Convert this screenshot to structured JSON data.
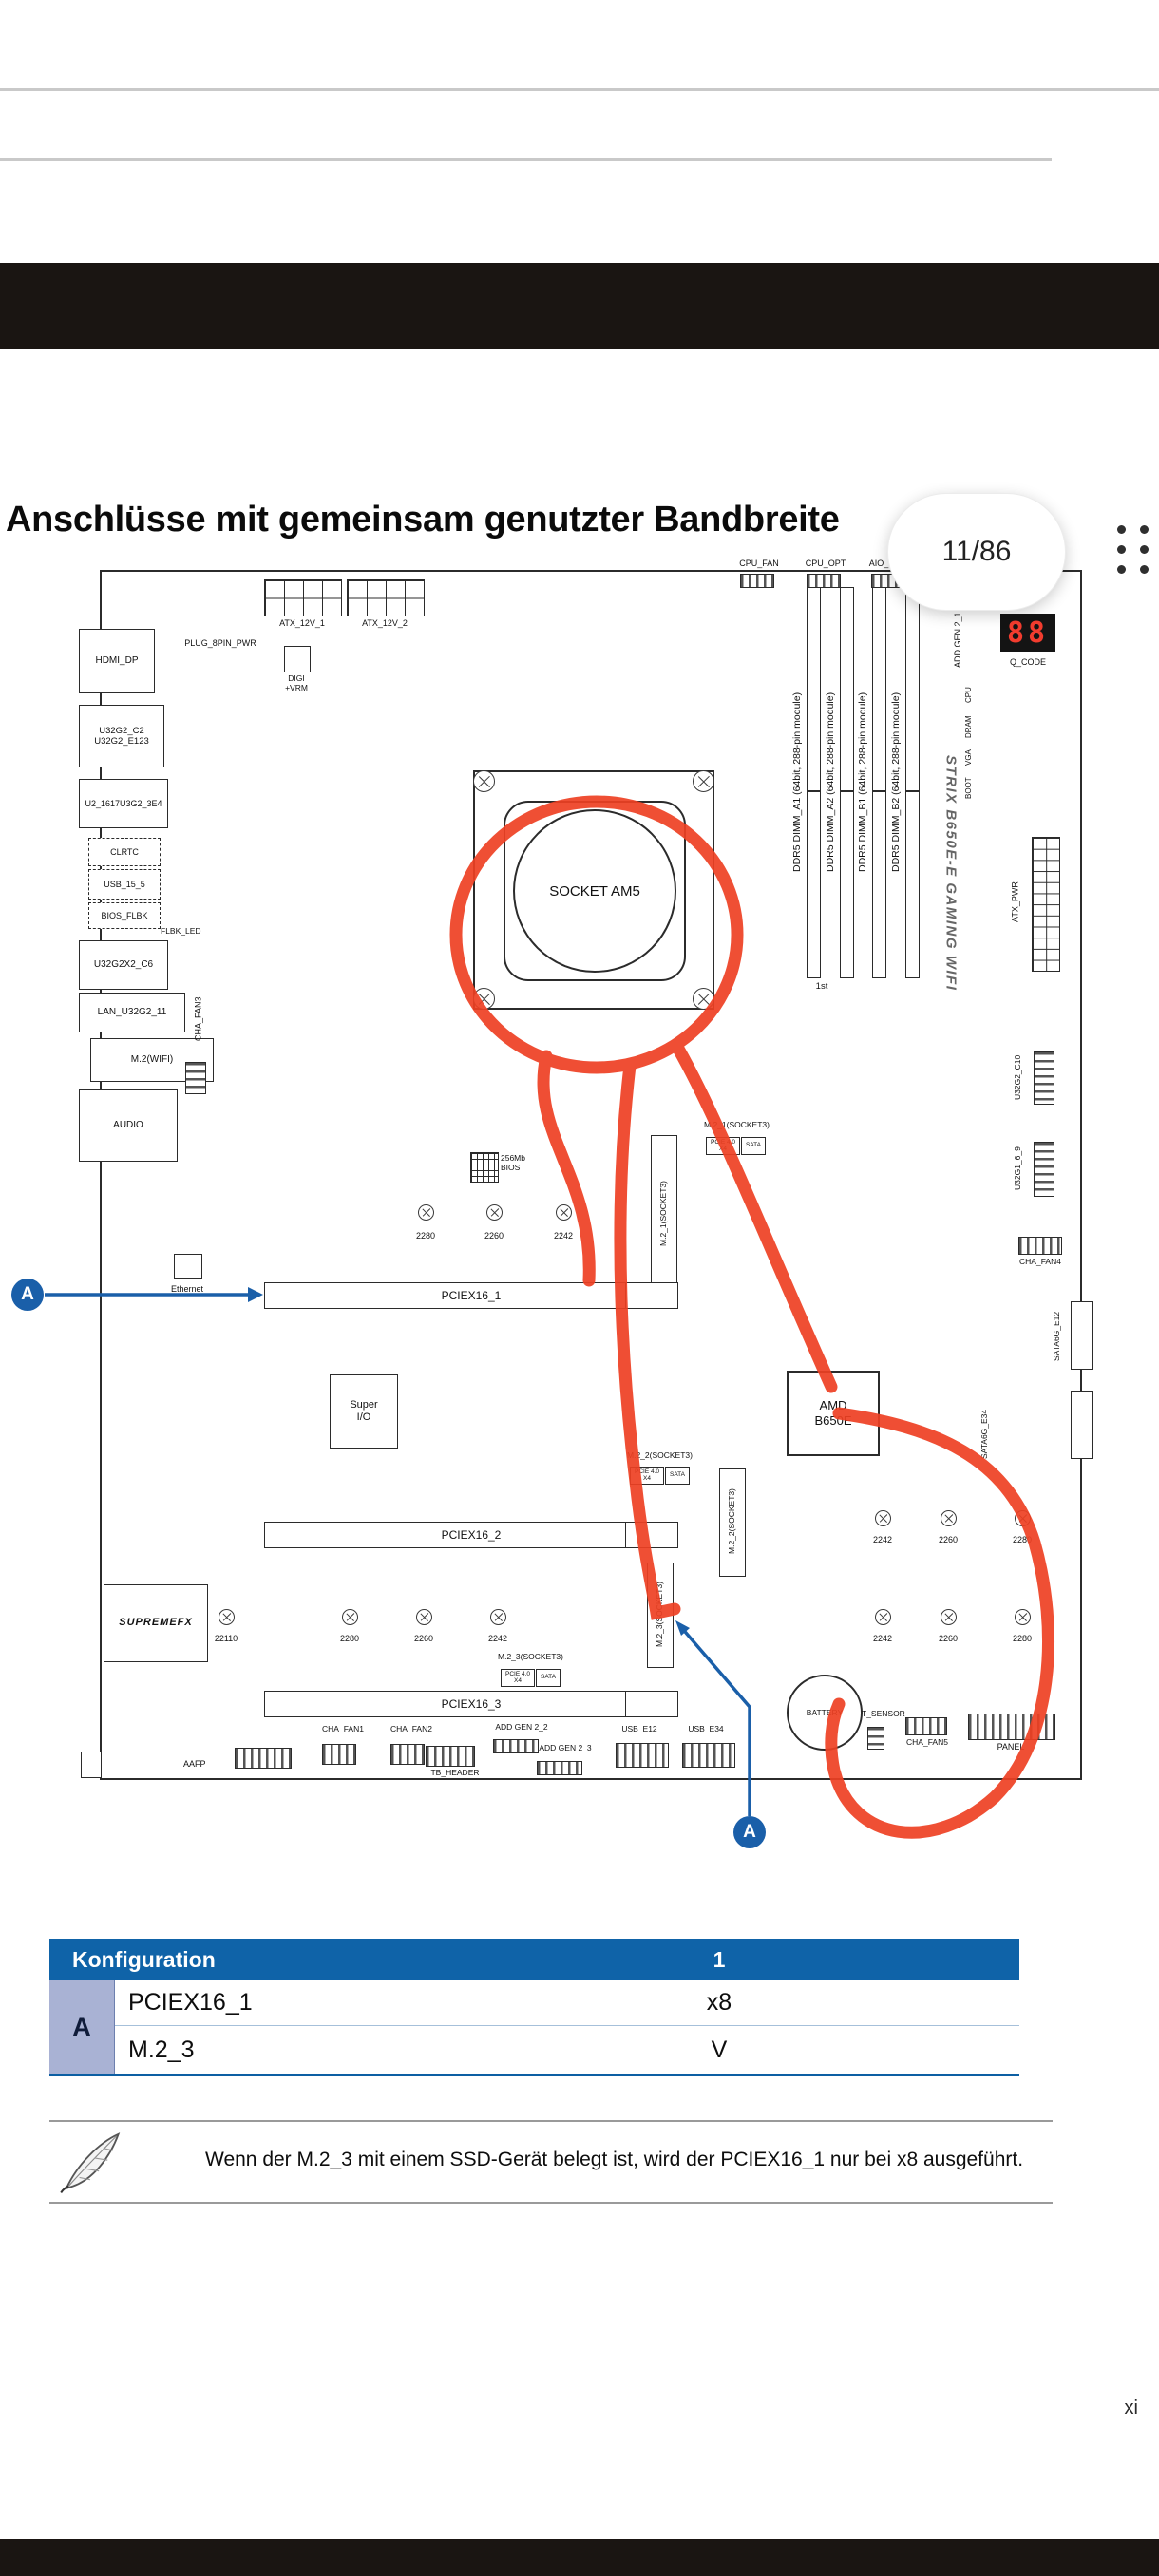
{
  "viewer": {
    "page_indicator": "11/86",
    "footer_page": "xi"
  },
  "heading": "Anschlüsse mit gemeinsam genutzter Bandbreite",
  "diagram": {
    "socket": "SOCKET AM5",
    "atx12v_1": "ATX_12V_1",
    "atx12v_2": "ATX_12V_2",
    "plug_8pin_pwr": "PLUG_8PIN_PWR",
    "digi_vrm": "DIGI\n+VRM",
    "cpu_fan": "CPU_FAN",
    "cpu_opt": "CPU_OPT",
    "aio_pump": "AIO_PUMP",
    "add_gen_2_1": "ADD GEN 2_1",
    "q_code": "Q_CODE",
    "q_code_digits": "88",
    "led_cpu": "CPU",
    "led_dram": "DRAM",
    "led_vga": "VGA",
    "led_boot": "BOOT",
    "hdmi_dp": "HDMI_DP",
    "usb_c2": "U32G2_C2\nU32G2_E123",
    "usb_u2": "U2_1617U3G2_3E4",
    "clrtc": "CLRTC",
    "usb_15_5": "USB_15_5",
    "bios_flbk": "BIOS_FLBK",
    "flbk_led": "FLBK_LED",
    "usb_c6": "U32G2X2_C6",
    "lan": "LAN_U32G2_11",
    "m2_wifi": "M.2(WIFI)",
    "audio": "AUDIO",
    "cha_fan3": "CHA_FAN3",
    "ethernet": "Ethernet",
    "dimm_a1": "DDR5 DIMM_A1 (64bit, 288-pin module)",
    "dimm_a2": "DDR5 DIMM_A2 (64bit, 288-pin module)",
    "dimm_b1": "DDR5 DIMM_B1 (64bit, 288-pin module)",
    "dimm_b2": "DDR5 DIMM_B2 (64bit, 288-pin module)",
    "first": "1st",
    "strix": "STRIX B650E-E GAMING WIFI",
    "atx_pwr": "ATX_PWR",
    "usb_c10": "U32G2_C10",
    "usb_6_9": "U32G1_6_9",
    "cha_fan4": "CHA_FAN4",
    "sata_e12": "SATA6G_E12",
    "sata_e34": "SATA6G_E34",
    "bios_chip": "256Mb\nBIOS",
    "m2_1": "M.2_1(SOCKET3)",
    "m2_2": "M.2_2(SOCKET3)",
    "m2_3": "M.2_3(SOCKET3)",
    "mode_pcie": "PCIE 4.0\nX4",
    "mode_sata": "SATA",
    "pciex16_1": "PCIEX16_1",
    "pciex16_2": "PCIEX16_2",
    "pciex16_3": "PCIEX16_3",
    "super_io": "Super\nI/O",
    "chipset": "AMD\nB650E",
    "supremefx": "SUPREMEFX",
    "battery": "BATTERY",
    "t_sensor": "T_SENSOR",
    "cha_fan5": "CHA_FAN5",
    "panel": "PANEL",
    "aafp": "AAFP",
    "cha_fan1": "CHA_FAN1",
    "cha_fan2": "CHA_FAN2",
    "tb_header": "TB_HEADER",
    "add_gen_2_2": "ADD GEN 2_2",
    "add_gen_2_3": "ADD GEN 2_3",
    "usb_e12": "USB_E12",
    "usb_e34": "USB_E34",
    "len_22110": "22110",
    "len_2280": "2280",
    "len_2260": "2260",
    "len_2242": "2242",
    "callout": "A"
  },
  "table": {
    "header": [
      "Konfiguration",
      "1"
    ],
    "row_group": "A",
    "rows": [
      {
        "name": "PCIEX16_1",
        "value": "x8"
      },
      {
        "name": "M.2_3",
        "value": "V"
      }
    ]
  },
  "note": "Wenn der M.2_3 mit einem SSD-Gerät belegt ist, wird der PCIEX16_1 nur bei x8 ausgeführt.",
  "colors": {
    "table_header": "#0f63a8",
    "row_group_bg": "#a9b2d4",
    "marker_red": "#ee4023",
    "callout_blue": "#1a5fa9"
  }
}
